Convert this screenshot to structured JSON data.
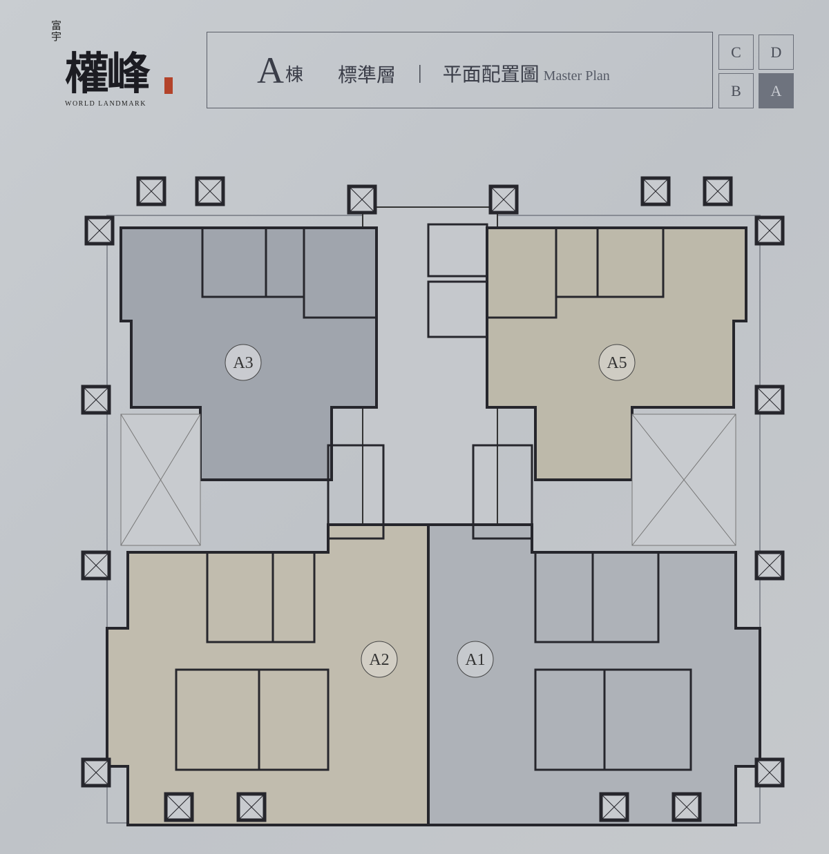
{
  "logo": {
    "small": "富宇",
    "big": "權峰",
    "english": "WORLD LANDMARK"
  },
  "header": {
    "building_letter": "A",
    "building_suffix": "棟",
    "floor_type": "標準層",
    "separator": "|",
    "plan_title": "平面配置圖",
    "plan_title_en": "Master Plan"
  },
  "building_selector": [
    {
      "label": "C",
      "active": false
    },
    {
      "label": "D",
      "active": false
    },
    {
      "label": "B",
      "active": false
    },
    {
      "label": "A",
      "active": true
    }
  ],
  "units": [
    {
      "label": "A3",
      "color": "#a0a5ad"
    },
    {
      "label": "A5",
      "color": "#bdb9aa"
    },
    {
      "label": "A2",
      "color": "#c1bcae"
    },
    {
      "label": "A1",
      "color": "#aeb2b8"
    }
  ],
  "colors": {
    "wall": "#26262c",
    "core": "#c3c6ca",
    "balcony": "#c9ccd0"
  }
}
